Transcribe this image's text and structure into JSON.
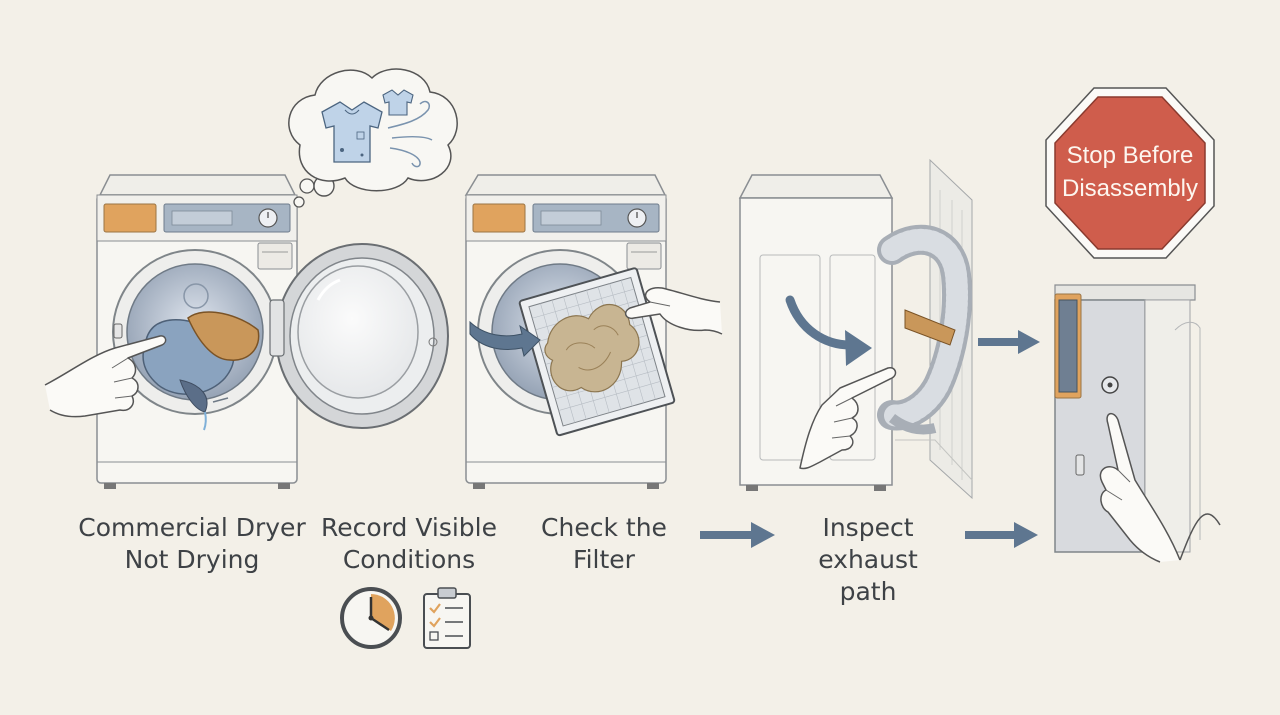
{
  "steps": [
    {
      "label": "Commercial Dryer\nNot Drying"
    },
    {
      "label": "Record Visible\nConditions"
    },
    {
      "label": "Check the\nFilter"
    },
    {
      "label": "Inspect\nexhaust\npath"
    }
  ],
  "stop_sign": {
    "line1": "Stop Before",
    "line2": "Disassembly"
  },
  "icons": [
    "dryer-icon",
    "thought-bubble-icon",
    "shirt-icon",
    "wind-icon",
    "lint-filter-icon",
    "hand-icon",
    "arrow-icon",
    "exhaust-duct-icon",
    "stop-sign-icon",
    "clock-icon",
    "clipboard-checklist-icon",
    "control-panel-icon"
  ],
  "colors": {
    "background": "#f3f0e8",
    "dryer_body": "#f7f6f2",
    "accent_orange": "#e0a35e",
    "panel_blue": "#9fb0c2",
    "arrow_blue": "#5e7690",
    "stop_red": "#cf5d4c",
    "clothes_blue": "#8aa3bf",
    "clothes_brown": "#c9975a",
    "lint": "#c8b592"
  }
}
